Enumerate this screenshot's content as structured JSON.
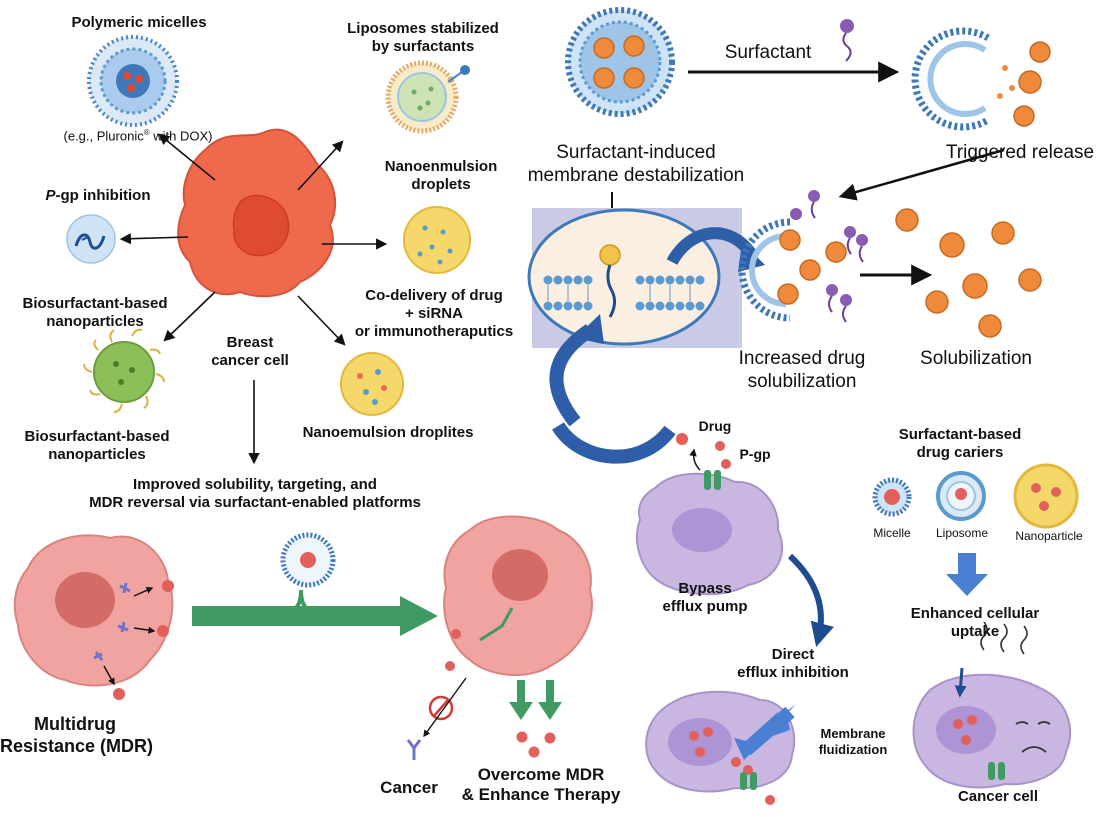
{
  "top_left": {
    "polymeric_micelles": "Polymeric micelles",
    "pluronic_prefix": "(e.g., Pluronic",
    "pluronic_suffix": " with DOX)",
    "registered_mark": "®",
    "liposomes_line1": "Liposomes stabilized",
    "liposomes_line2": "by surfactants",
    "pgp_italic": "P",
    "pgp_rest": "-gp inhibition",
    "nanoemulsion_line1": "Nanoenmulsion",
    "nanoemulsion_line2": "droplets",
    "biosurf_top_line1": "Biosurfactant-based",
    "biosurf_top_line2": "nanoparticles",
    "breast_line1": "Breast",
    "breast_line2": "cancer cell",
    "codelivery_line1": "Co-delivery of drug",
    "codelivery_line2": "+ siRNA",
    "codelivery_line3": "or immunotheraputics",
    "biosurf_bottom_line1": "Biosurfactant-based",
    "biosurf_bottom_line2": "nanoparticles",
    "nanoemulsion_droplites": "Nanoemulsion droplites",
    "improved_line1": "Improved solubility, targeting, and",
    "improved_line2": "MDR reversal via surfactant-enabled platforms"
  },
  "top_right": {
    "surfactant": "Surfactant",
    "triggered_release": "Triggered release",
    "destab_line1": "Surfactant-induced",
    "destab_line2": "membrane destabilization",
    "increased_line1": "Increased drug",
    "increased_line2": "solubilization",
    "solubilization": "Solubilization"
  },
  "bottom_left": {
    "mdr_line1": "Multidrug",
    "mdr_line2": "Resistance (MDR)",
    "cancer": "Cancer",
    "overcome_line1": "Overcome MDR",
    "overcome_line2": "& Enhance Therapy"
  },
  "bottom_right": {
    "drug": "Drug",
    "pgp": "P-gp",
    "bypass_line1": "Bypass",
    "bypass_line2": "efflux pump",
    "direct_line1": "Direct",
    "direct_line2": "efflux inhibition",
    "membrane_line1": "Membrane",
    "membrane_line2": "fluidization",
    "carriers_line1": "Surfactant-based",
    "carriers_line2": "drug cariers",
    "micelle": "Micelle",
    "liposome": "Liposome",
    "nanoparticle": "Nanoparticle",
    "enhanced_line1": "Enhanced cellular",
    "enhanced_line2": "uptake",
    "cancer_cell": "Cancer cell"
  },
  "colors": {
    "cancer_orange": "#ef6a4c",
    "nucleus_orange": "#e04a30",
    "mdr_pink": "#f1a3a0",
    "membrane_blue": "#5a9ad0",
    "drug_orange": "#ef8a3c",
    "green_arrow": "#3f9a63",
    "dark_arrow": "#1e4d8f",
    "purple_cell": "#c9b7e2",
    "yellow_droplet": "#f4d86a"
  }
}
